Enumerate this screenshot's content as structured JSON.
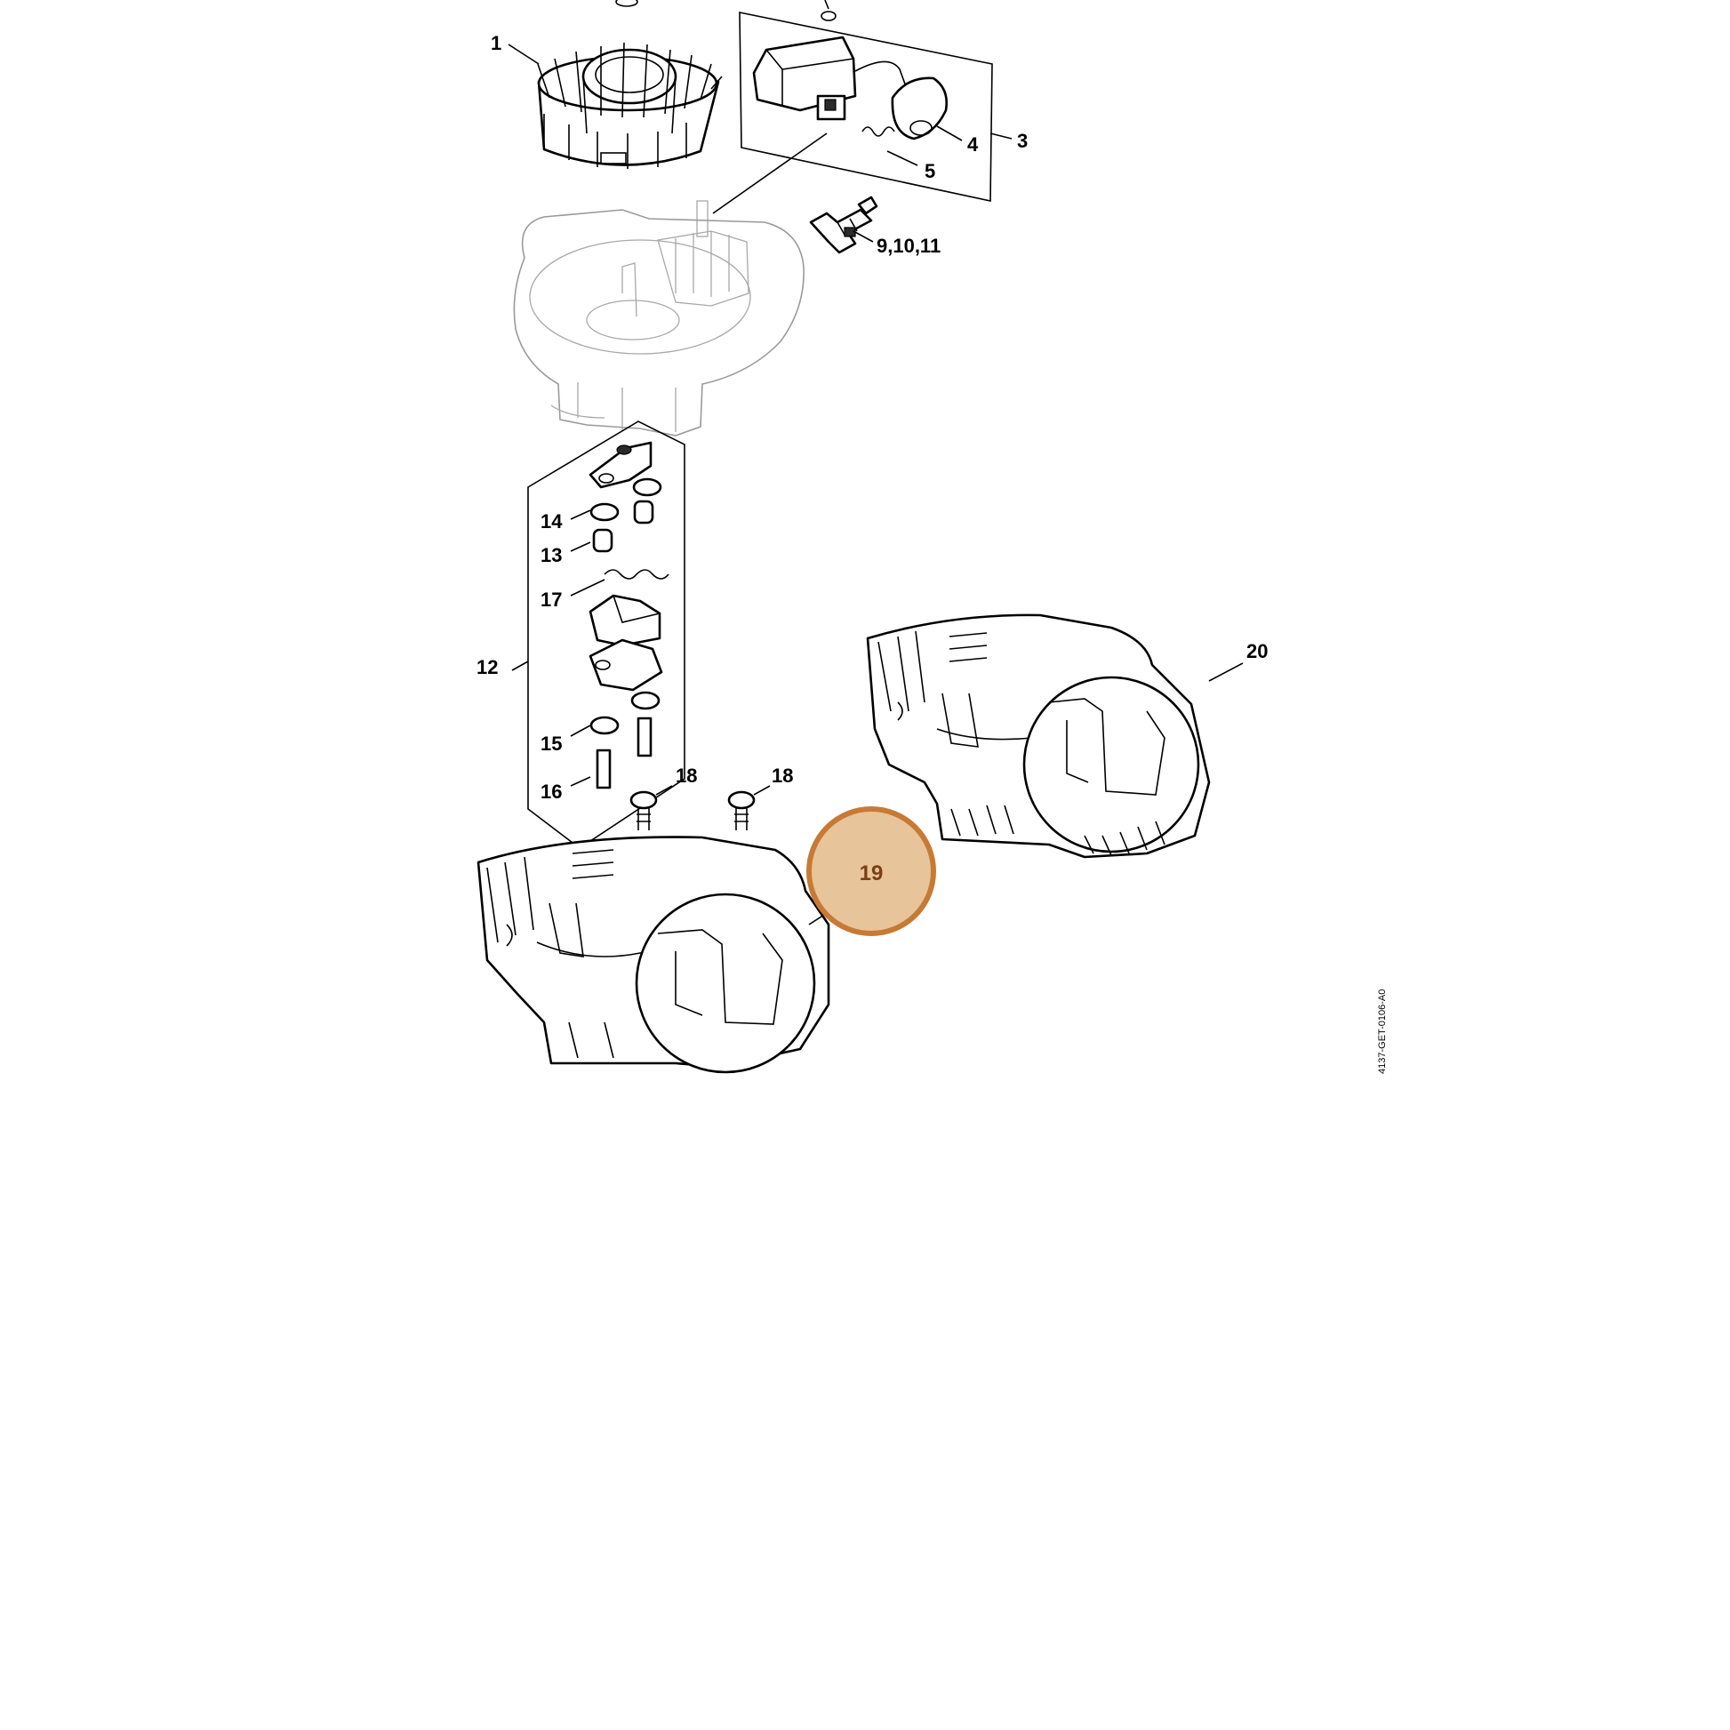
{
  "diagram": {
    "reference_code": "4137-GET-0106-A0",
    "highlight": {
      "label": "19",
      "fill": "#e8c49a",
      "stroke": "#c77a35"
    },
    "callouts": {
      "c1": "1",
      "c3": "3",
      "c4": "4",
      "c5": "5",
      "c9": "9,10,11",
      "c12": "12",
      "c13": "13",
      "c14": "14",
      "c15": "15",
      "c16": "16",
      "c17": "17",
      "c18a": "18",
      "c18b": "18",
      "c20": "20"
    }
  }
}
